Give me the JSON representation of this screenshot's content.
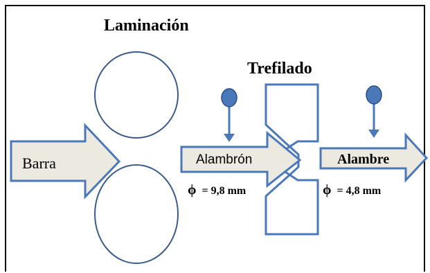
{
  "titles": {
    "lamination": "Laminación",
    "drawing": "Trefilado"
  },
  "arrows": {
    "bar": "Barra",
    "wire_rod": "Alambrón",
    "wire": "Alambre"
  },
  "diameters": {
    "symbol": "ϕ",
    "wire_rod": "= 9,8 mm",
    "wire": "= 4,8 mm"
  },
  "colors": {
    "arrow_fill": "#ece9e1",
    "outline_blue": "#4a78b8",
    "probe_blue": "#4a78b8"
  }
}
